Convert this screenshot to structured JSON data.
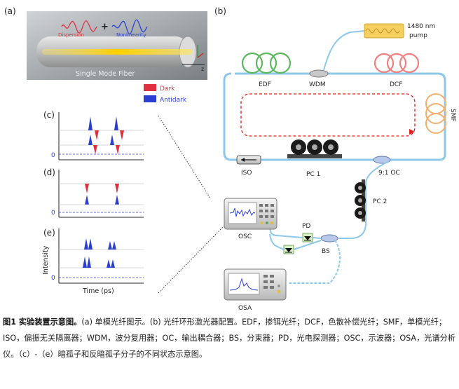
{
  "panel_a": {
    "label": "(a)",
    "fiber_label": "Single Mode Fiber",
    "dispersion_label": "Dispersion",
    "nonlinearity_label": "Nonlinearity",
    "plus": "+",
    "axis_z": "z",
    "legend_dark": "Dark",
    "legend_antidark": "Antidark"
  },
  "panel_b": {
    "label": "(b)",
    "pump_wavelength": "1480 nm",
    "pump_label": "pump",
    "edf": "EDF",
    "wdm": "WDM",
    "dcf": "DCF",
    "smf": "SMF",
    "iso": "ISO",
    "pc1": "PC 1",
    "oc": "9:1 OC",
    "pc2": "PC 2",
    "pd": "PD",
    "bs": "BS",
    "osc": "OSC",
    "osa": "OSA"
  },
  "panels_ce": {
    "c_label": "(c)",
    "d_label": "(d)",
    "e_label": "(e)",
    "zero": "0",
    "ylabel": "Intensity",
    "xlabel": "Time (ps)"
  },
  "caption": {
    "title": "图1 实验装置示意图。",
    "body": "(a) 单模光纤图示。(b) 光纤环形激光器配置。EDF，掺铒光纤；DCF，色散补偿光纤；SMF，单模光纤；ISO，偏振无关隔离器；WDM，波分复用器；OC，输出耦合器；BS，分束器；PD，光电探测器；OSC，示波器；OSA，光谱分析仪。（c）-（e）暗孤子和反暗孤子分子的不同状态示意图。"
  },
  "colors": {
    "dark_pulse": "#e03040",
    "antidark_pulse": "#2a3fd0",
    "fiber": "#8ec8e8",
    "edf_coil": "#5cb85c",
    "dcf_coil": "#f08080",
    "smf_coil": "#f0b070",
    "loop_arrow": "#e02020",
    "pump": "#f5d060"
  }
}
